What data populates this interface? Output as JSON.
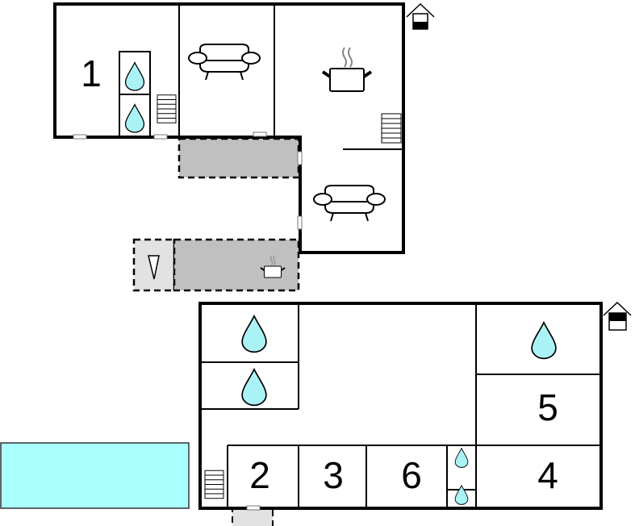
{
  "plan": {
    "upper_building": {
      "rooms": [
        {
          "label": "1"
        }
      ]
    },
    "lower_building": {
      "rooms": [
        {
          "label": "2"
        },
        {
          "label": "3"
        },
        {
          "label": "6"
        },
        {
          "label": "4"
        },
        {
          "label": "5"
        }
      ]
    }
  },
  "colors": {
    "water": "#aaf2f6",
    "pool": "#aaffff",
    "terrace": "#c0c0c0",
    "terrace_light": "#e2e2e2"
  }
}
